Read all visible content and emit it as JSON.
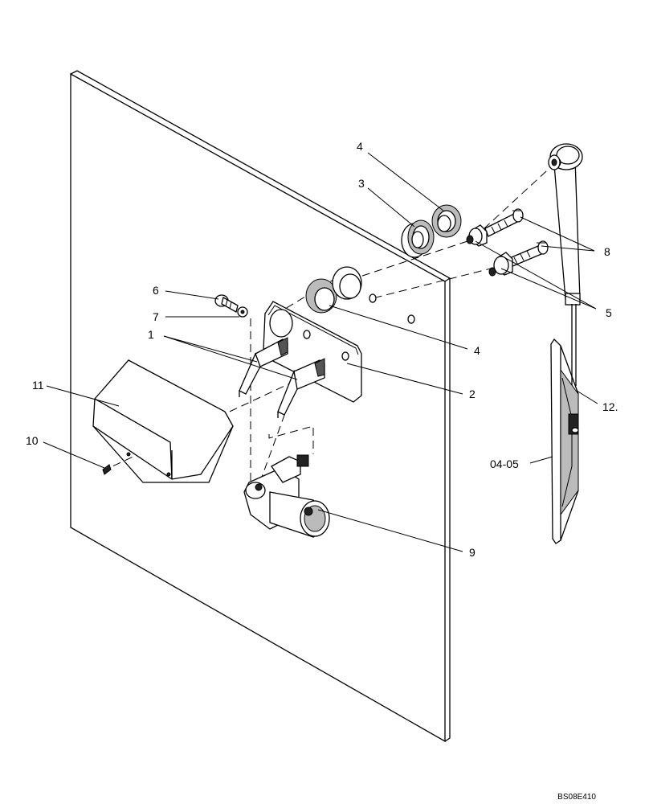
{
  "callouts": [
    {
      "id": "c1",
      "text": "1"
    },
    {
      "id": "c2",
      "text": "2"
    },
    {
      "id": "c3",
      "text": "3"
    },
    {
      "id": "c4a",
      "text": "4"
    },
    {
      "id": "c4b",
      "text": "4"
    },
    {
      "id": "c5",
      "text": "5"
    },
    {
      "id": "c6",
      "text": "6"
    },
    {
      "id": "c7",
      "text": "7"
    },
    {
      "id": "c8",
      "text": "8"
    },
    {
      "id": "c9",
      "text": "9"
    },
    {
      "id": "c10",
      "text": "10"
    },
    {
      "id": "c11",
      "text": "11"
    },
    {
      "id": "c12",
      "text": "12."
    },
    {
      "id": "c0405",
      "text": "04-05"
    }
  ],
  "drawing_code": "BS08E410"
}
